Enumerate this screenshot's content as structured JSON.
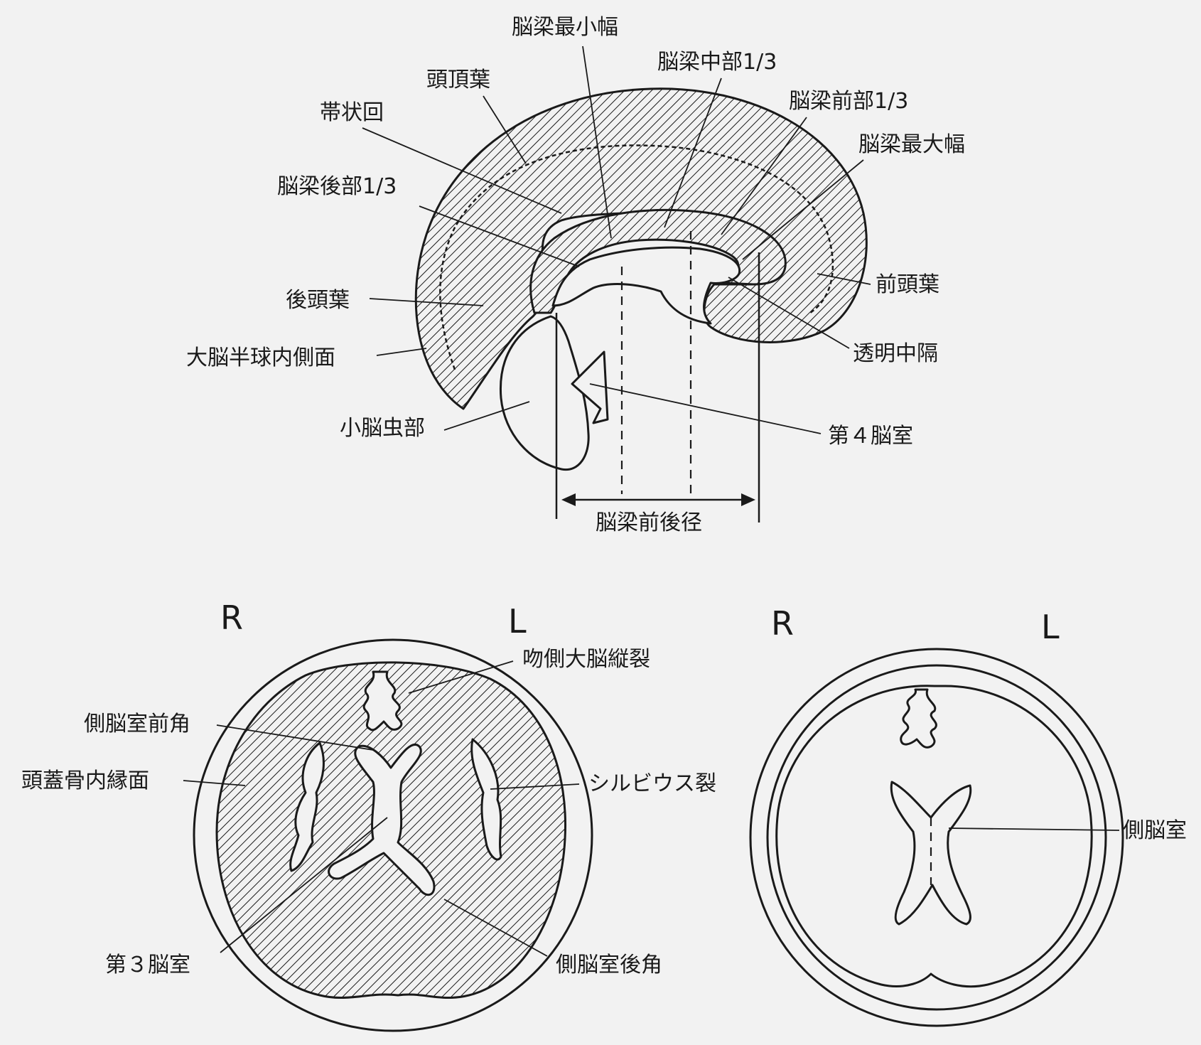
{
  "sagittal": {
    "labels": {
      "min_width": "脳梁最小幅",
      "mid_third": "脳梁中部1/3",
      "parietal": "頭頂葉",
      "front_third": "脳梁前部1/3",
      "cingulate": "帯状回",
      "max_width": "脳梁最大幅",
      "post_third": "脳梁後部1/3",
      "frontal": "前頭葉",
      "occipital": "後頭葉",
      "septum": "透明中隔",
      "medial_surface": "大脳半球内側面",
      "fourth_ventricle": "第４脳室",
      "vermis": "小脳虫部",
      "ap_diameter": "脳梁前後径"
    }
  },
  "axial_left": {
    "r": "R",
    "l": "L",
    "labels": {
      "fissure": "吻側大脳縦裂",
      "anterior_horn": "側脳室前角",
      "skull_inner": "頭蓋骨内縁面",
      "sylvian": "シルビウス裂",
      "third_ventricle": "第３脳室",
      "posterior_horn": "側脳室後角"
    }
  },
  "axial_right": {
    "r": "R",
    "l": "L",
    "labels": {
      "lateral_ventricle": "側脳室"
    }
  }
}
